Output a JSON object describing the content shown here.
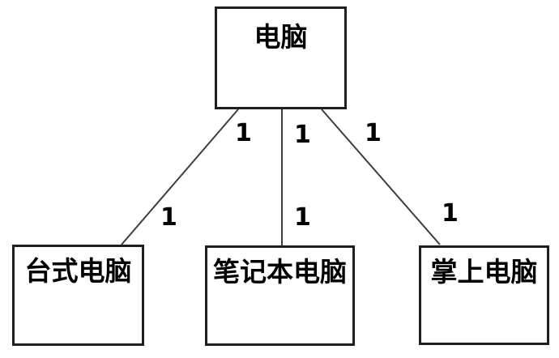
{
  "diagram": {
    "nodes": [
      {
        "id": "computer",
        "label": "电脑"
      },
      {
        "id": "desktop-computer",
        "label": "台式电脑"
      },
      {
        "id": "laptop-computer",
        "label": "笔记本电脑"
      },
      {
        "id": "palmtop-computer",
        "label": "掌上电脑"
      }
    ],
    "edges": [
      {
        "from": "电脑",
        "to": "台式电脑",
        "source_multiplicity": "1",
        "target_multiplicity": "1"
      },
      {
        "from": "电脑",
        "to": "笔记本电脑",
        "source_multiplicity": "1",
        "target_multiplicity": "1"
      },
      {
        "from": "电脑",
        "to": "掌上电脑",
        "source_multiplicity": "1",
        "target_multiplicity": "1"
      }
    ]
  },
  "colors": {
    "background": "#ffffff",
    "box_border": "#1f1f1f",
    "line": "#3d3d3d",
    "text": "#000000"
  }
}
